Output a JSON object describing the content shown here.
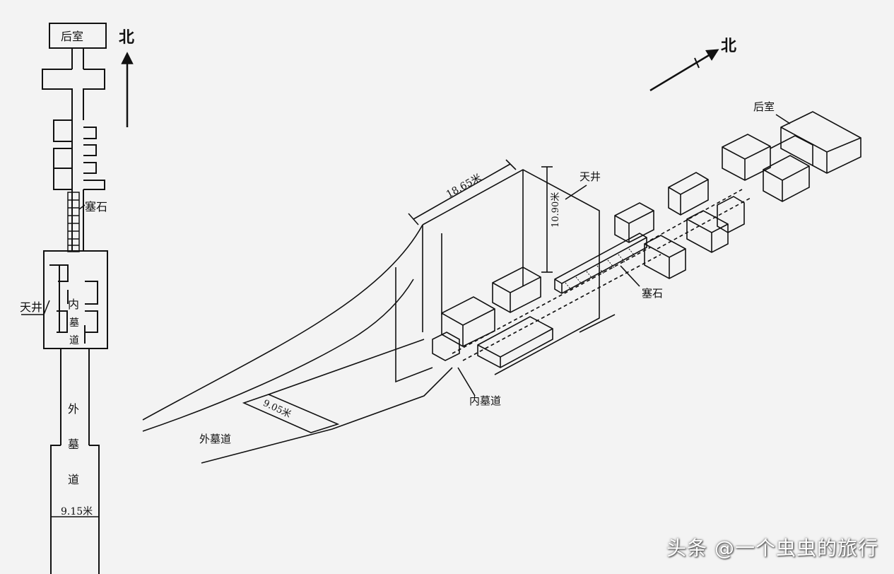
{
  "plan": {
    "back_chamber": "后室",
    "north": "北",
    "blocking_stone": "塞石",
    "skylight": "天井",
    "inner_passage": [
      "内",
      "墓",
      "道"
    ],
    "outer_passage": [
      "外",
      "墓",
      "道"
    ],
    "width_label": "9.15米"
  },
  "iso": {
    "north": "北",
    "back_chamber": "后室",
    "skylight": "天井",
    "length_label": "18.65米",
    "height_label": "10.90米",
    "blocking_stone": "塞石",
    "inner_passage": "内墓道",
    "outer_passage": "外墓道",
    "ramp_label": "9.05米"
  },
  "watermark": "头条 @一个虫虫的旅行",
  "colors": {
    "line": "#111111",
    "background": "#f3f3f3"
  }
}
